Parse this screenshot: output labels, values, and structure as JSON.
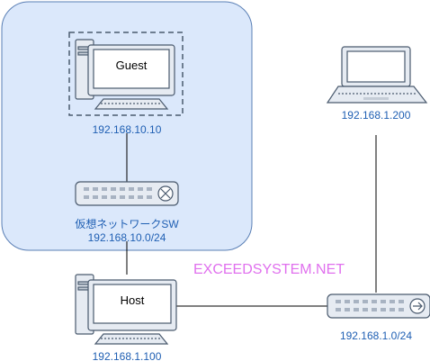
{
  "colors": {
    "virtual_zone_fill": "#dbe8fb",
    "virtual_zone_stroke": "#5a7fb5",
    "device_fill": "#e6ebf2",
    "device_stroke": "#4a5a6e",
    "label_blue": "#1f5fb3",
    "watermark": "#e070ee",
    "line": "#000000"
  },
  "nodes": {
    "guest_pc": {
      "name": "Guest",
      "ip": "192.168.10.10",
      "icon": "desktop-computer-icon"
    },
    "virtual_switch": {
      "name": "仮想ネットワークSW",
      "network": "192.168.10.0/24",
      "icon": "network-switch-icon"
    },
    "host_pc": {
      "name": "Host",
      "ip": "192.168.1.100",
      "icon": "desktop-computer-icon"
    },
    "laptop": {
      "ip": "192.168.1.200",
      "icon": "laptop-icon"
    },
    "physical_switch": {
      "network": "192.168.1.0/24",
      "icon": "network-switch-icon"
    }
  },
  "watermark": "EXCEEDSYSTEM.NET"
}
